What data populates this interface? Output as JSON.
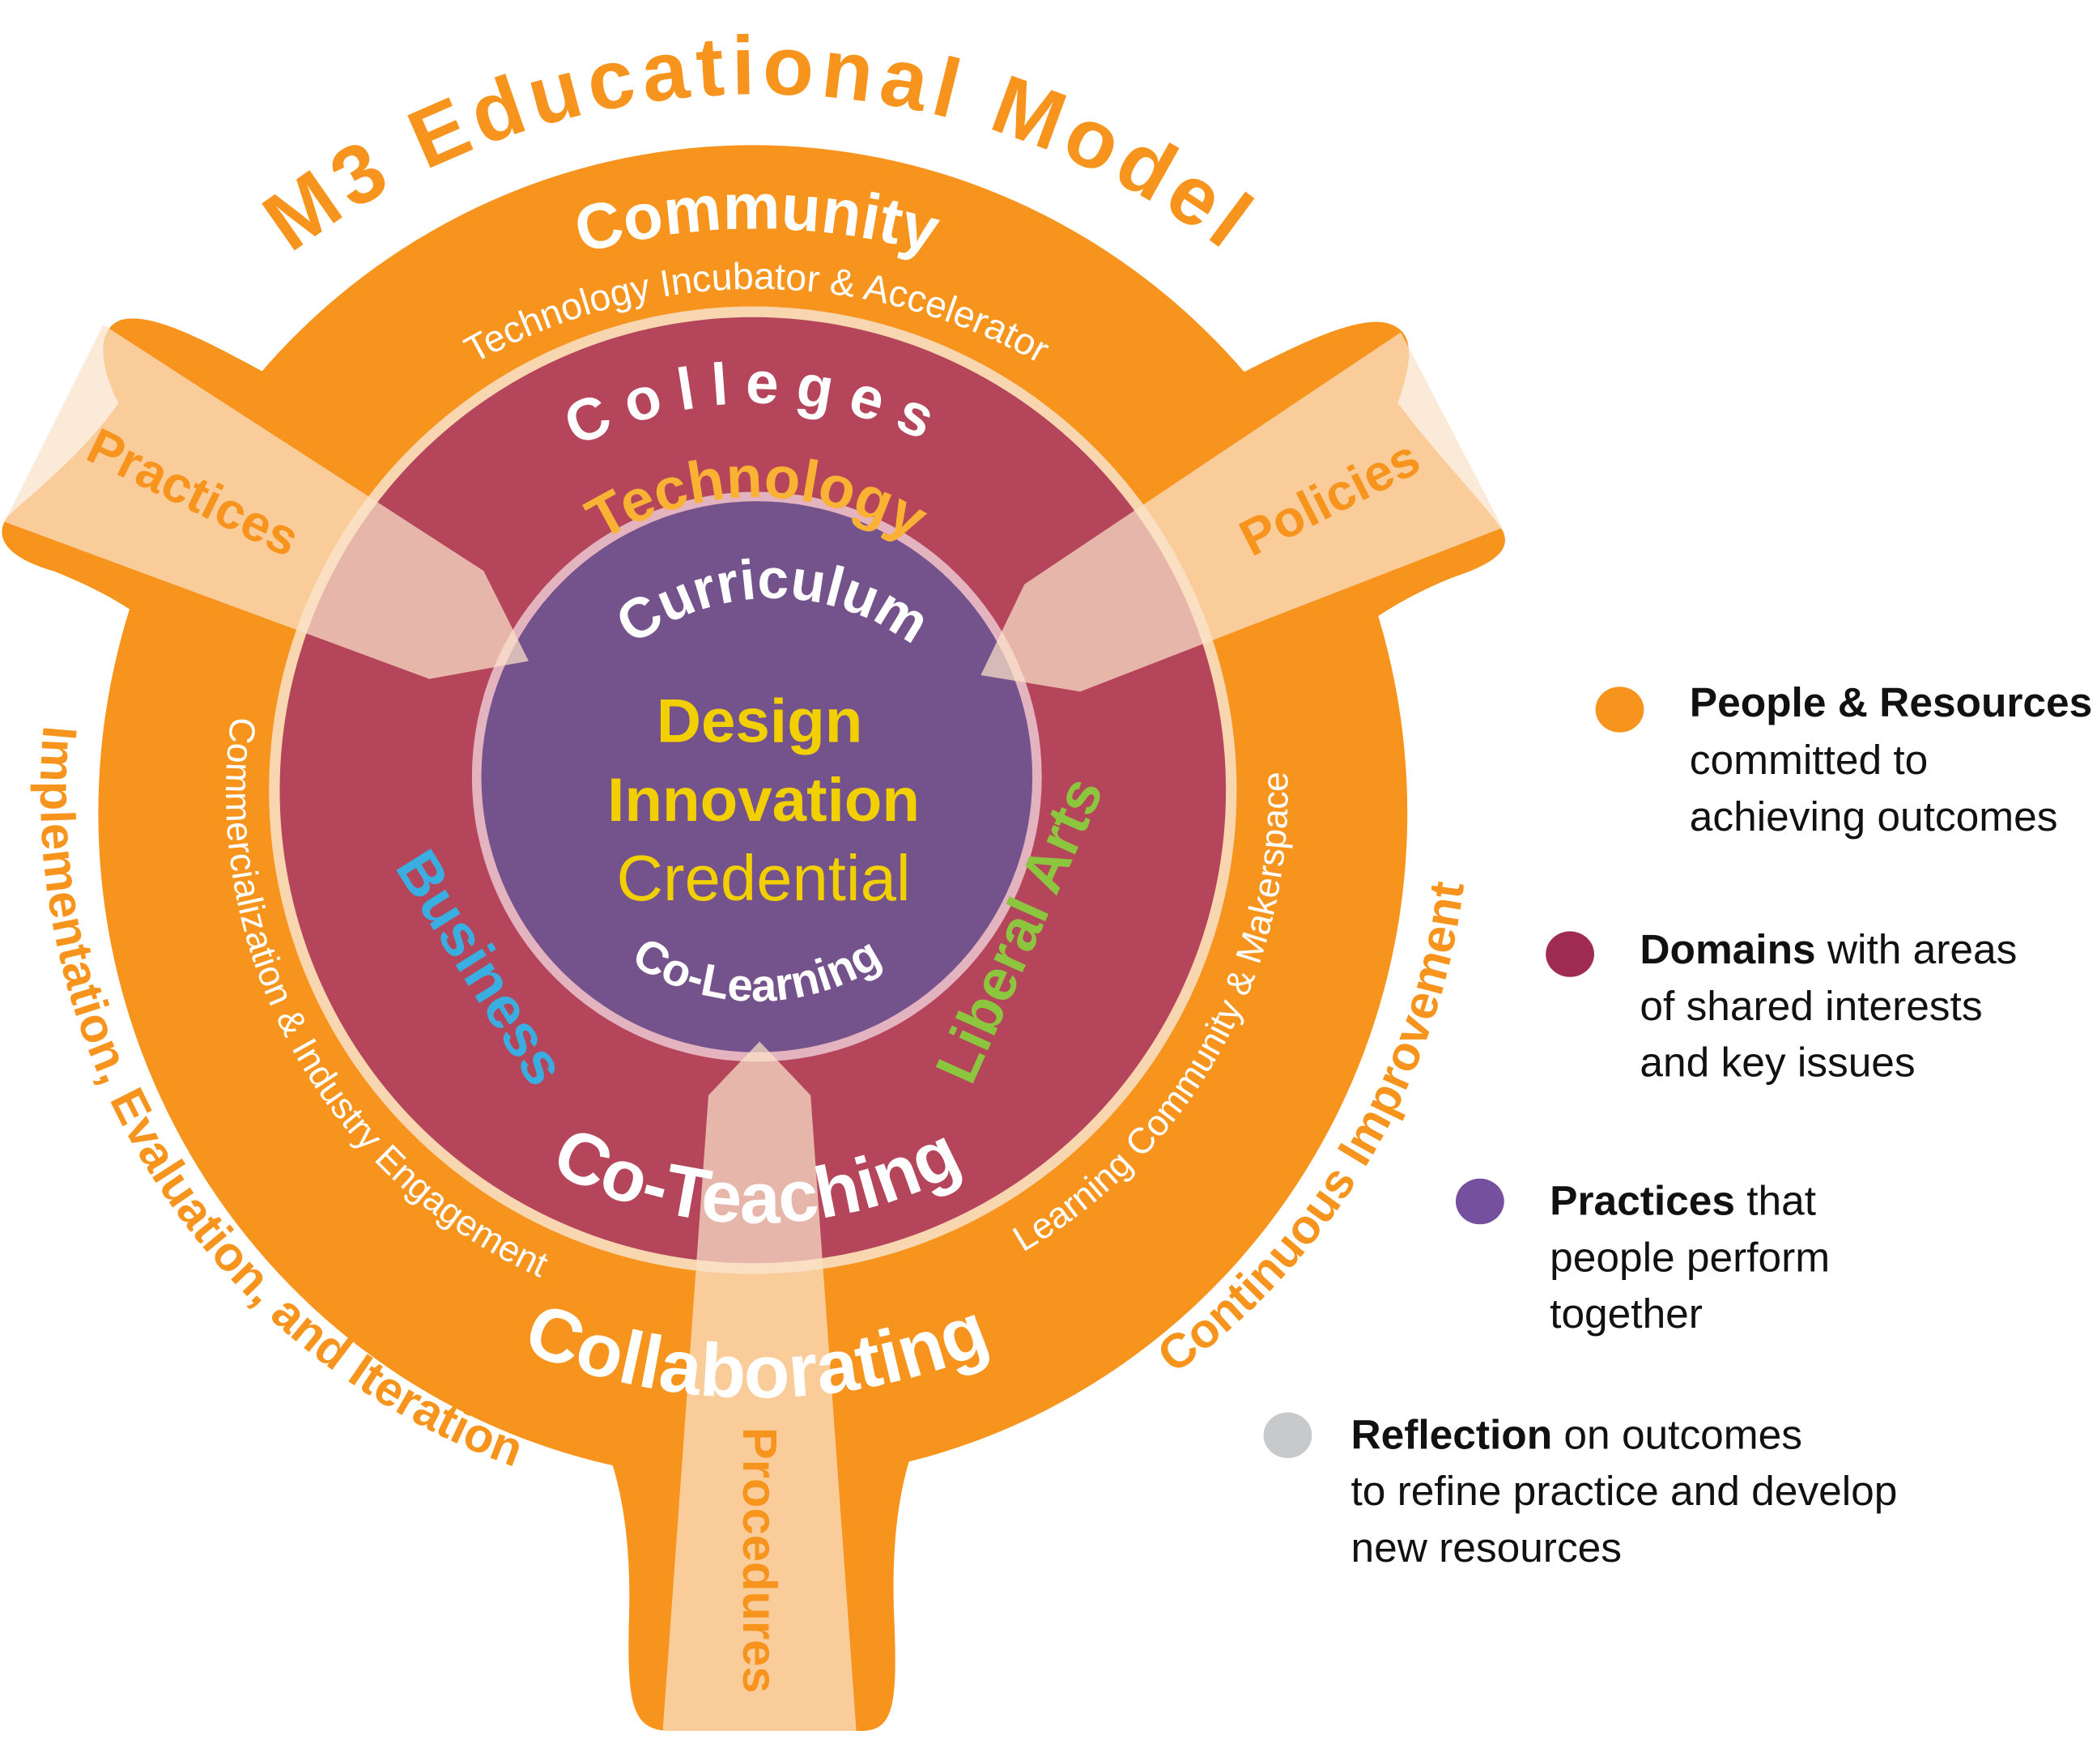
{
  "title": "M3 Educational Model",
  "colors": {
    "people_resources": "#f7941d",
    "domains": "#b5455a",
    "practices": "#74528c",
    "reflection": "#c8c9cb",
    "cream": "#f8d6b0",
    "yellow": "#f2d000",
    "technology": "#f9b233",
    "business": "#3aaee0",
    "liberal_arts": "#8cc63f"
  },
  "outer_ring": {
    "label": "Community",
    "sublabel_top": "Technology Incubator & Accelerator",
    "sublabel_left": "Commercialization & Industry Engagement",
    "sublabel_right": "Learning Community & Makerspace",
    "label_bottom": "Collaborating"
  },
  "domain_ring": {
    "label": "Colleges",
    "colleges": [
      "Technology",
      "Business",
      "Liberal Arts"
    ],
    "label_bottom": "Co-Teaching"
  },
  "core": {
    "label_top": "Curriculum",
    "lines": [
      "Design",
      "Innovation",
      "Credential"
    ],
    "label_bottom": "Co-Learning"
  },
  "arrows": {
    "left": "Practices",
    "right": "Policies",
    "bottom": "Procedures"
  },
  "outer_labels": {
    "left": "Implementation, Evaluation, and Iteration",
    "right": "Continuous Improvement"
  },
  "legend": [
    {
      "bold": "People & Resources",
      "rest": "",
      "lines": [
        "committed to",
        "achieving outcomes"
      ]
    },
    {
      "bold": "Domains",
      "rest": " with areas",
      "lines": [
        "of shared interests",
        "and key issues"
      ]
    },
    {
      "bold": "Practices",
      "rest": " that",
      "lines": [
        "people perform",
        "together"
      ]
    },
    {
      "bold": "Reflection",
      "rest": " on outcomes",
      "lines": [
        "to refine practice and develop",
        "new resources"
      ]
    }
  ]
}
